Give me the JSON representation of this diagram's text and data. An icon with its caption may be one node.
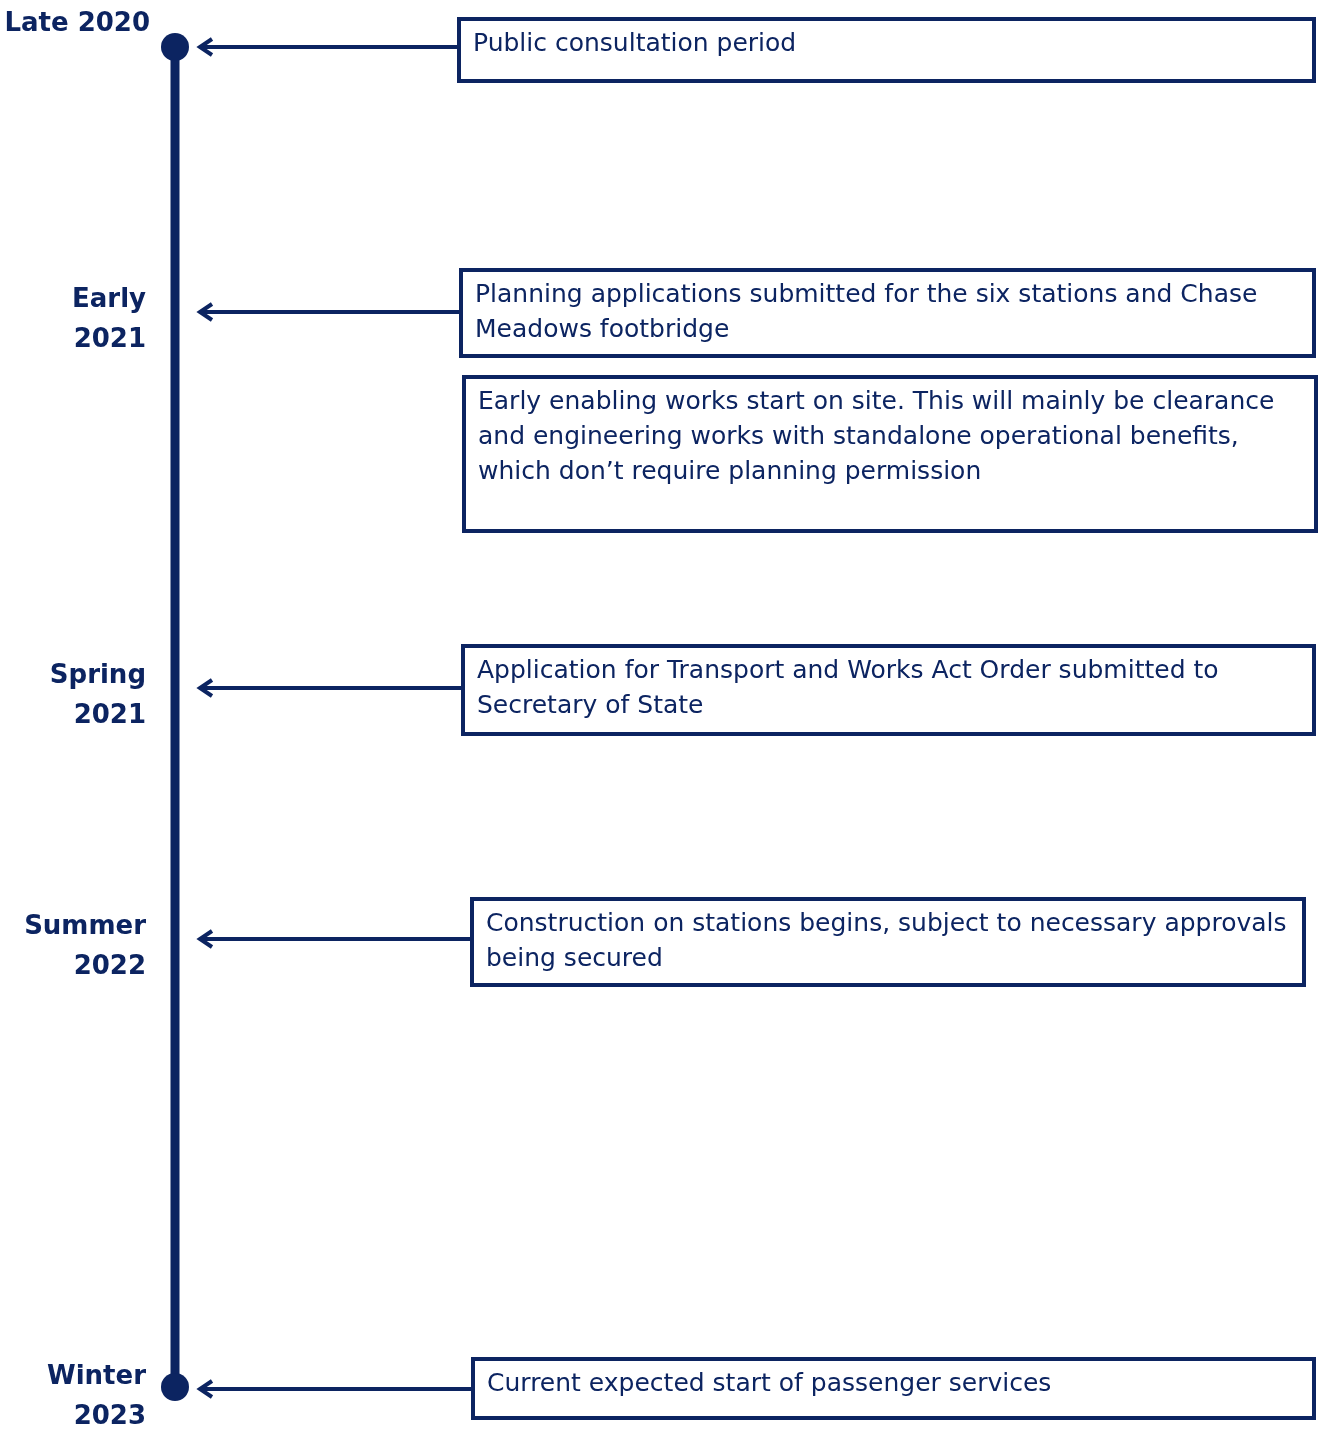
{
  "diagram": {
    "nodes": [
      {
        "text": [
          "Public consultation period"
        ]
      },
      {
        "text": [
          "Planning applications submitted for the six stations and Chase Meadows footbridge"
        ]
      },
      {
        "text": [
          "Early enabling works start on site. This will mainly be clearance and engineering works with standalone operational benefits, which don’t require planning permission"
        ]
      },
      {
        "text": [
          "Application for Transport and Works Act Order submitted to Secretary of State"
        ]
      },
      {
        "text": [
          "Construction on stations begins, subject to necessary approvals being secured"
        ]
      },
      {
        "text": [
          "Current expected start of passenger services"
        ]
      }
    ],
    "edges": [
      {
        "from": 0,
        "to": null,
        "arrow": "to"
      },
      {
        "from": 1,
        "to": null,
        "arrow": "to"
      },
      {
        "from": 3,
        "to": null,
        "arrow": "to"
      },
      {
        "from": 4,
        "to": null,
        "arrow": "to"
      },
      {
        "from": 5,
        "to": null,
        "arrow": "to"
      }
    ],
    "labels": [
      "Late 2020",
      "Early 2021",
      "Spring 2021",
      "Summer 2022",
      "Winter 2023"
    ]
  }
}
